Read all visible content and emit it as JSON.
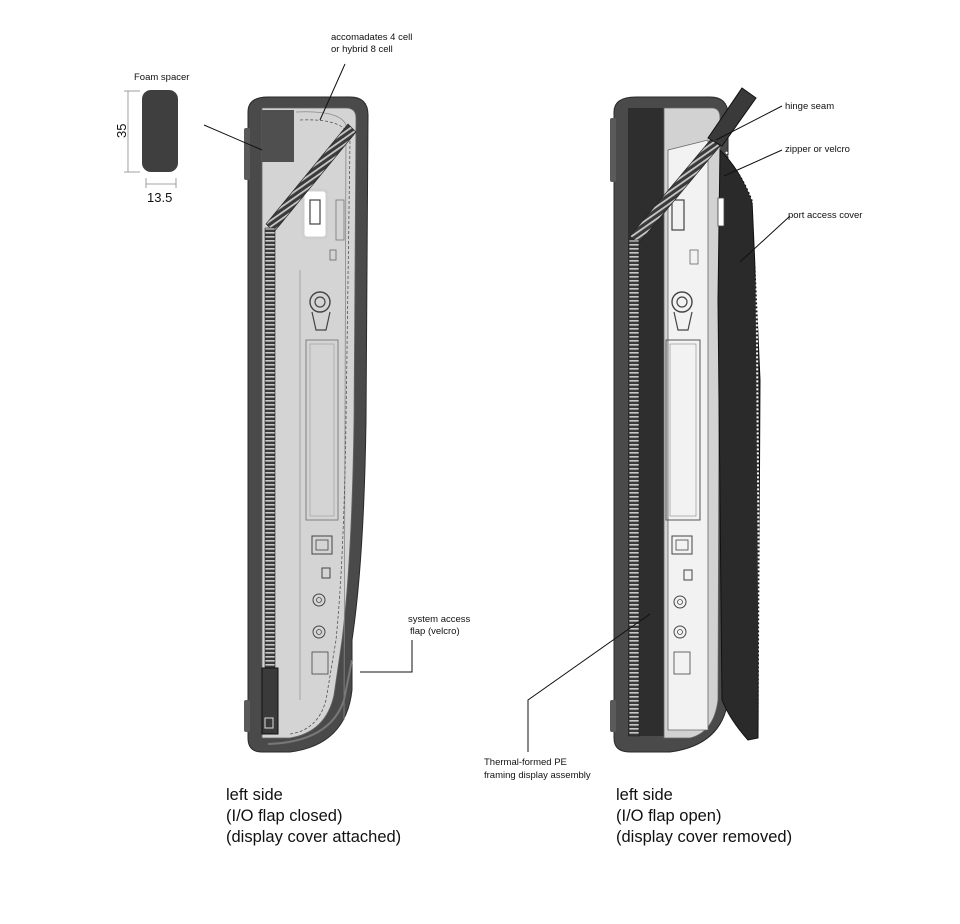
{
  "spacer": {
    "label": "Foam spacer",
    "height_label": "35",
    "width_label": "13.5"
  },
  "left_view": {
    "callouts": {
      "battery_line1": "accomadates 4 cell",
      "battery_line2": "or hybrid 8 cell",
      "flap_line1": "system access",
      "flap_line2": "flap (velcro)"
    },
    "caption": [
      "left side",
      "(I/O flap closed)",
      "(display cover attached)"
    ]
  },
  "right_view": {
    "callouts": {
      "hinge": "hinge seam",
      "zipper": "zipper or velcro",
      "port_cover": "port access cover",
      "pe_line1": "Thermal-formed PE",
      "pe_line2": "framing display assembly"
    },
    "caption": [
      "left side",
      "(I/O flap open)",
      "(display cover removed)"
    ]
  },
  "colors": {
    "shell": "#4a4a4a",
    "cover_dark": "#2b2b2b",
    "translucent": "#d4d4d4",
    "outline": "#333333"
  }
}
